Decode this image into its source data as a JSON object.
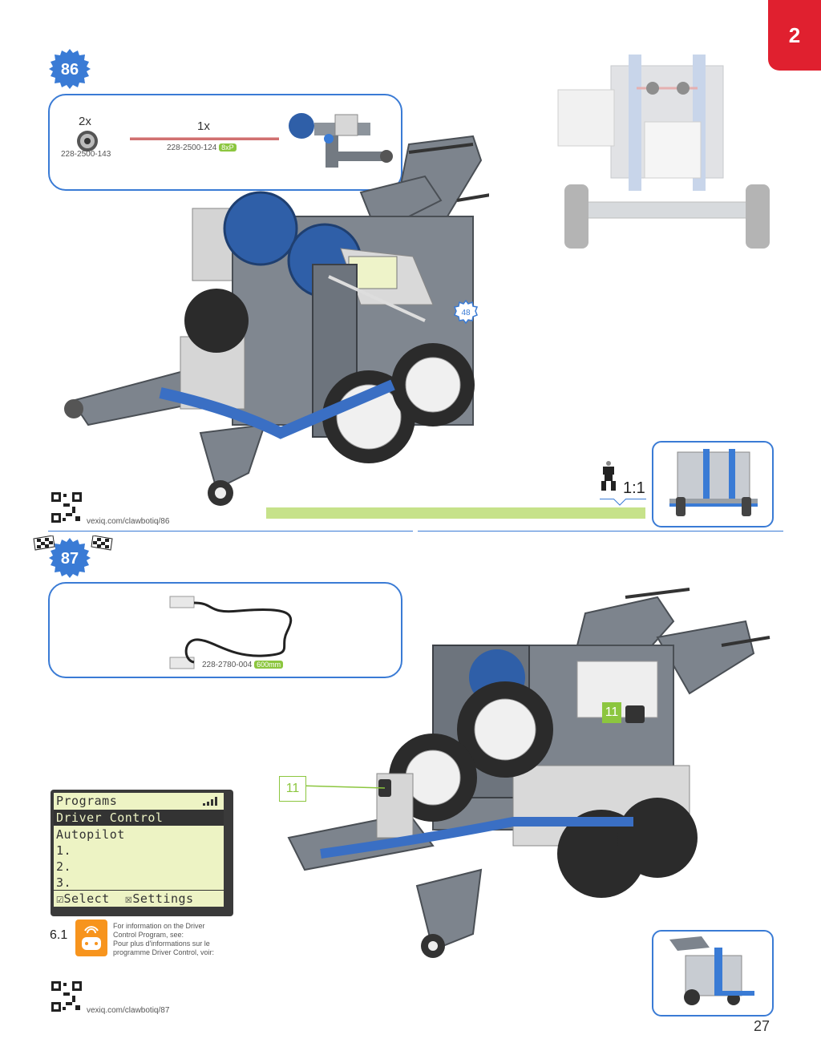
{
  "page": {
    "section_tab": "2",
    "page_number": "27"
  },
  "step86": {
    "number": "86",
    "parts": [
      {
        "qty": "2x",
        "part_no": "228-2500-143"
      },
      {
        "qty": "1x",
        "part_no": "228-2500-124",
        "tag": "8xP"
      }
    ],
    "screw_label": "48",
    "ratio": "1:1",
    "progress": 1.0,
    "qr_url": "vexiq.com/clawbotiq/86",
    "colors": {
      "accent": "#3a7bd5",
      "progress": "#c6e28a"
    }
  },
  "step87": {
    "number": "87",
    "cable": {
      "part_no": "228-2780-004",
      "tag": "600mm"
    },
    "callout_a": "11",
    "callout_b": "11",
    "lcd": {
      "title": "Programs",
      "lines": [
        "Driver Control",
        "Autopilot",
        "1.",
        "2.",
        "3."
      ],
      "footer_select": "Select",
      "footer_settings": "Settings",
      "signal_icon": "signal-bars-icon"
    },
    "section_ref": "6.1",
    "info_en_1": "For information on the Driver",
    "info_en_2": "Control Program, see:",
    "info_fr_1": "Pour plus d'informations sur le",
    "info_fr_2": "programme Driver Control, voir:",
    "qr_url": "vexiq.com/clawbotiq/87",
    "colors": {
      "tag_green": "#8cc63f",
      "tab_red": "#e0202f",
      "program_orange": "#f7941d"
    }
  }
}
